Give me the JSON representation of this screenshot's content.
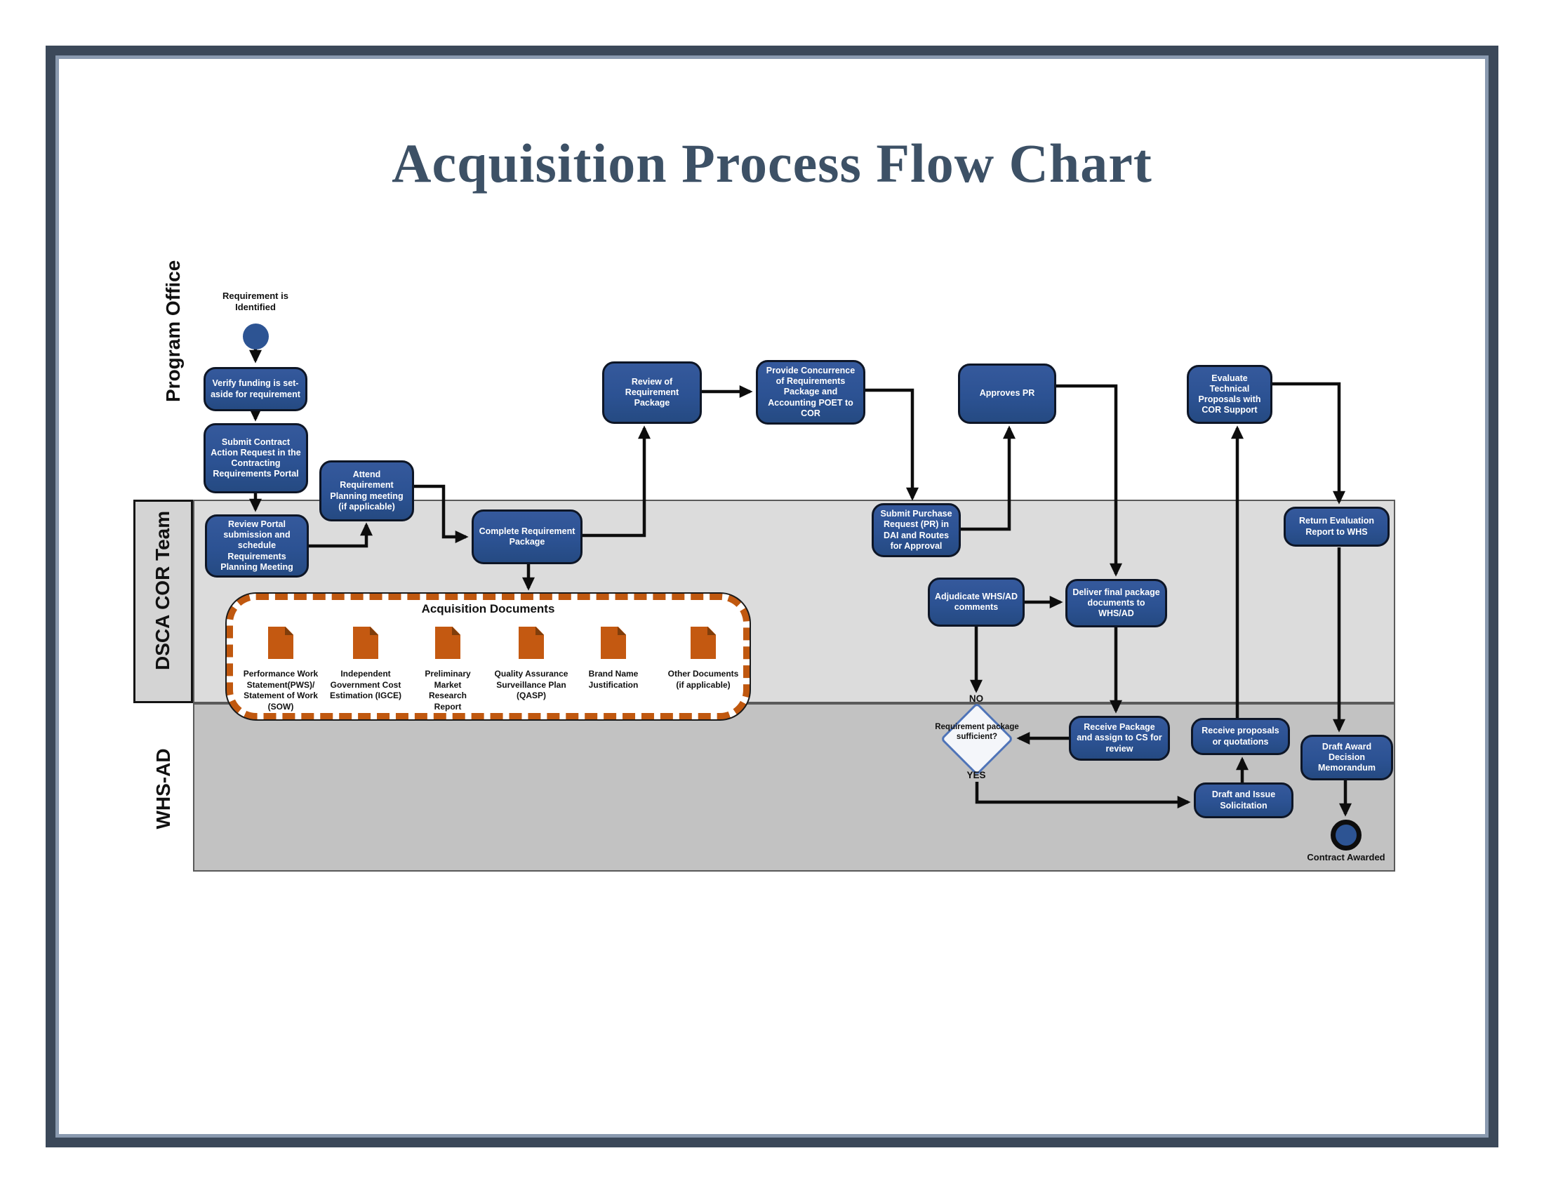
{
  "title": "Acquisition Process Flow Chart",
  "lanes": [
    "Program Office",
    "DSCA COR Team",
    "WHS-AD"
  ],
  "nodes": {
    "start_label": "Requirement is Identified",
    "verify": "Verify funding is set-aside for requirement",
    "submit_car": "Submit Contract Action Request  in the Contracting Requirements Portal",
    "attend": "Attend Requirement Planning meeting (if applicable)",
    "review_portal": "Review Portal submission  and schedule Requirements Planning Meeting",
    "complete_pkg": "Complete Requirement Package",
    "review_pkg": "Review of Requirement Package",
    "provide_concurrence": "Provide Concurrence of Requirements Package and Accounting POET to COR",
    "approves_pr": "Approves PR",
    "submit_pr": "Submit Purchase Request (PR) in DAI and Routes for Approval",
    "adjudicate": "Adjudicate WHS/AD comments",
    "deliver_final": "Deliver final package documents to WHS/AD",
    "evaluate": "Evaluate Technical Proposals with COR Support",
    "return_eval": "Return Evaluation Report to WHS",
    "receive_pkg": "Receive Package and assign to CS for review",
    "receive_proposals": "Receive proposals or quotations",
    "draft_issue": "Draft and Issue Solicitation",
    "draft_award": "Draft Award Decision Memorandum",
    "decision": "Requirement package sufficient?",
    "end_label": "Contract Awarded"
  },
  "branch": {
    "no": "NO",
    "yes": "YES"
  },
  "documents": {
    "title": "Acquisition Documents",
    "items": [
      {
        "label": "Performance Work Statement(PWS)/ Statement of Work (SOW)"
      },
      {
        "label": "Independent Government Cost Estimation (IGCE)"
      },
      {
        "label": "Preliminary Market Research Report"
      },
      {
        "label": "Quality Assurance Surveillance Plan (QASP)"
      },
      {
        "label": "Brand Name Justification"
      },
      {
        "label": "Other Documents (if applicable)"
      }
    ]
  },
  "colors": {
    "node_blue": "#2e5496",
    "node_border": "#0e1626",
    "doc_orange": "#c45911",
    "doc_fold": "#7f3d0b",
    "dashed_border_orange": "#c0580f",
    "title_blue": "#3d5166",
    "frame_dark": "#3b4859",
    "frame_light": "#8a9ab0",
    "lane_dsca_gray": "#dcdcdc",
    "lane_whs_gray": "#c2c2c2",
    "diamond_border": "#4f74b8"
  }
}
